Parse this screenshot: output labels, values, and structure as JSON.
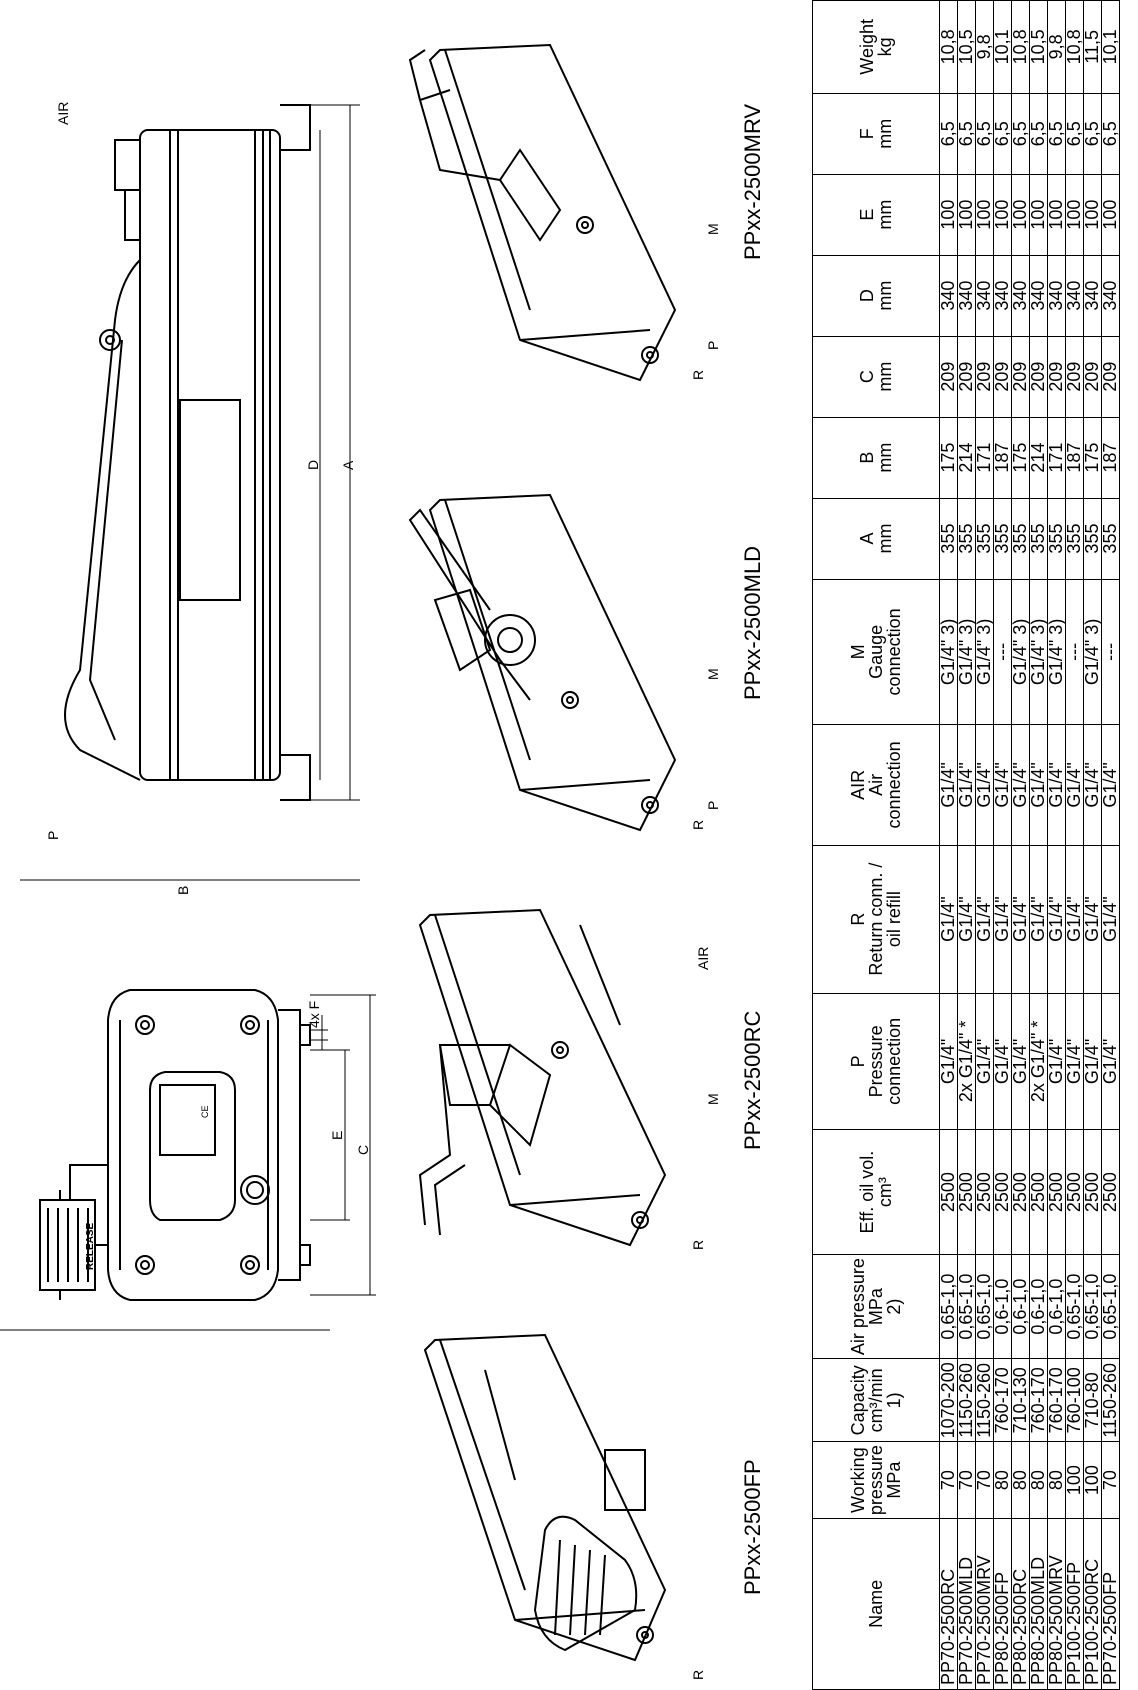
{
  "views": {
    "pump_fp": "PPxx-2500FP",
    "pump_rc": "PPxx-2500RC",
    "pump_mld": "PPxx-2500MLD",
    "pump_mrv": "PPxx-2500MRV"
  },
  "callouts": {
    "air": "AIR",
    "r": "R",
    "p": "P",
    "m": "M",
    "a": "A",
    "b": "B",
    "c": "C",
    "d": "D",
    "e": "E",
    "f_count": "4x F",
    "release": "RELEASE",
    "ce": "CE"
  },
  "table": {
    "headers": [
      [
        "Name"
      ],
      [
        "Working",
        "pressure",
        "MPa"
      ],
      [
        "Capacity",
        "cm³/min",
        "1)"
      ],
      [
        "Air pressure",
        "MPa",
        "2)"
      ],
      [
        "Eff. oil vol.",
        "cm³"
      ],
      [
        "P",
        "Pressure",
        "connection"
      ],
      [
        "R",
        "Return conn.  /",
        "oil refill"
      ],
      [
        "AIR",
        "Air",
        "connection"
      ],
      [
        "M",
        "Gauge",
        "connection"
      ],
      [
        "A",
        "mm"
      ],
      [
        "B",
        "mm"
      ],
      [
        "C",
        "mm"
      ],
      [
        "D",
        "mm"
      ],
      [
        "E",
        "mm"
      ],
      [
        "F",
        "mm"
      ],
      [
        "Weight",
        "kg"
      ]
    ],
    "rows": [
      [
        "PP70-2500RC",
        "70",
        "1070-200",
        "0,65-1,0",
        "2500",
        "G1/4\"",
        "G1/4\"",
        "G1/4\"",
        "G1/4\" 3)",
        "355",
        "175",
        "209",
        "340",
        "100",
        "6,5",
        "10,8"
      ],
      [
        "PP70-2500MLD",
        "70",
        "1150-260",
        "0,65-1,0",
        "2500",
        "2x  G1/4\"  *",
        "G1/4\"",
        "G1/4\"",
        "G1/4\" 3)",
        "355",
        "214",
        "209",
        "340",
        "100",
        "6,5",
        "10,5"
      ],
      [
        "PP70-2500MRV",
        "70",
        "1150-260",
        "0,65-1,0",
        "2500",
        "G1/4\"",
        "G1/4\"",
        "G1/4\"",
        "G1/4\" 3)",
        "355",
        "171",
        "209",
        "340",
        "100",
        "6,5",
        "9,8"
      ],
      [
        "PP80-2500FP",
        "80",
        "760-170",
        "0,6-1,0",
        "2500",
        "G1/4\"",
        "G1/4\"",
        "G1/4\"",
        "---",
        "355",
        "187",
        "209",
        "340",
        "100",
        "6,5",
        "10,1"
      ],
      [
        "PP80-2500RC",
        "80",
        "710-130",
        "0,6-1,0",
        "2500",
        "G1/4\"",
        "G1/4\"",
        "G1/4\"",
        "G1/4\" 3)",
        "355",
        "175",
        "209",
        "340",
        "100",
        "6,5",
        "10,8"
      ],
      [
        "PP80-2500MLD",
        "80",
        "760-170",
        "0,6-1,0",
        "2500",
        "2x  G1/4\"  *",
        "G1/4\"",
        "G1/4\"",
        "G1/4\" 3)",
        "355",
        "214",
        "209",
        "340",
        "100",
        "6,5",
        "10,5"
      ],
      [
        "PP80-2500MRV",
        "80",
        "760-170",
        "0,6-1,0",
        "2500",
        "G1/4\"",
        "G1/4\"",
        "G1/4\"",
        "G1/4\" 3)",
        "355",
        "171",
        "209",
        "340",
        "100",
        "6,5",
        "9,8"
      ],
      [
        "PP100-2500FP",
        "100",
        "760-100",
        "0,65-1,0",
        "2500",
        "G1/4\"",
        "G1/4\"",
        "G1/4\"",
        "---",
        "355",
        "187",
        "209",
        "340",
        "100",
        "6,5",
        "10,8"
      ],
      [
        "PP100-2500RC",
        "100",
        "710-80",
        "0,65-1,0",
        "2500",
        "G1/4\"",
        "G1/4\"",
        "G1/4\"",
        "G1/4\" 3)",
        "355",
        "175",
        "209",
        "340",
        "100",
        "6,5",
        "11,5"
      ],
      [
        "PP70-2500FP",
        "70",
        "1150-260",
        "0,65-1,0",
        "2500",
        "G1/4\"",
        "G1/4\"",
        "G1/4\"",
        "---",
        "355",
        "187",
        "209",
        "340",
        "100",
        "6,5",
        "10,1"
      ]
    ]
  }
}
